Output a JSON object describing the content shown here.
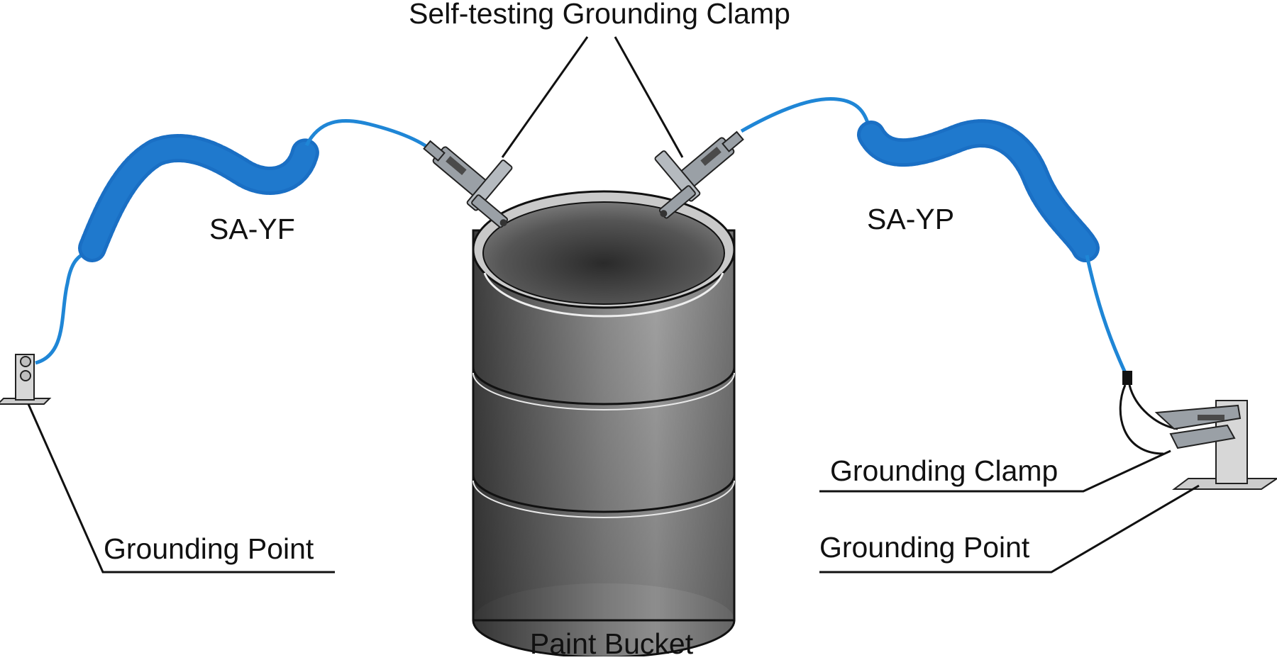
{
  "labels": {
    "self_testing_clamp": "Self-testing Grounding Clamp",
    "cable_left": "SA-YF",
    "cable_right": "SA-YP",
    "grounding_point_left": "Grounding Point",
    "grounding_clamp_right": "Grounding Clamp",
    "grounding_point_right": "Grounding Point",
    "paint_bucket": "Paint Bucket"
  },
  "colors": {
    "cable": "#1f86d6",
    "coil": "#1a6fc4",
    "drum_dark": "#3a3a3a",
    "drum_light": "#b9b9b9",
    "clamp": "#9aa0a6",
    "post": "#d7d7d7"
  }
}
